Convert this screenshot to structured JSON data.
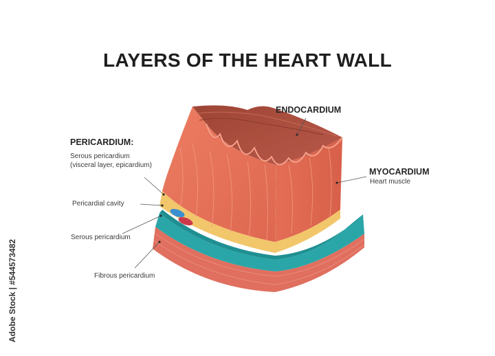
{
  "title": "LAYERS OF THE HEART WALL",
  "labels": {
    "pericardium_heading": "PERICARDIUM:",
    "serous_visceral_line1": "Serous pericardium",
    "serous_visceral_line2": "(visceral layer, epicardium)",
    "pericardial_cavity": "Pericardial cavity",
    "serous_pericardium": "Serous pericardium",
    "fibrous_pericardium": "Fibrous pericardium",
    "endocardium": "ENDOCARDIUM",
    "myocardium": "MYOCARDIUM",
    "myocardium_sub": "Heart muscle"
  },
  "watermark": "Adobe Stock | #544573482",
  "colors": {
    "myocardium": "#e8735a",
    "endocardium": "#b5533f",
    "epicardium": "#f2c66b",
    "serous": "#2aa6a8",
    "fibrous": "#e06f5f"
  }
}
